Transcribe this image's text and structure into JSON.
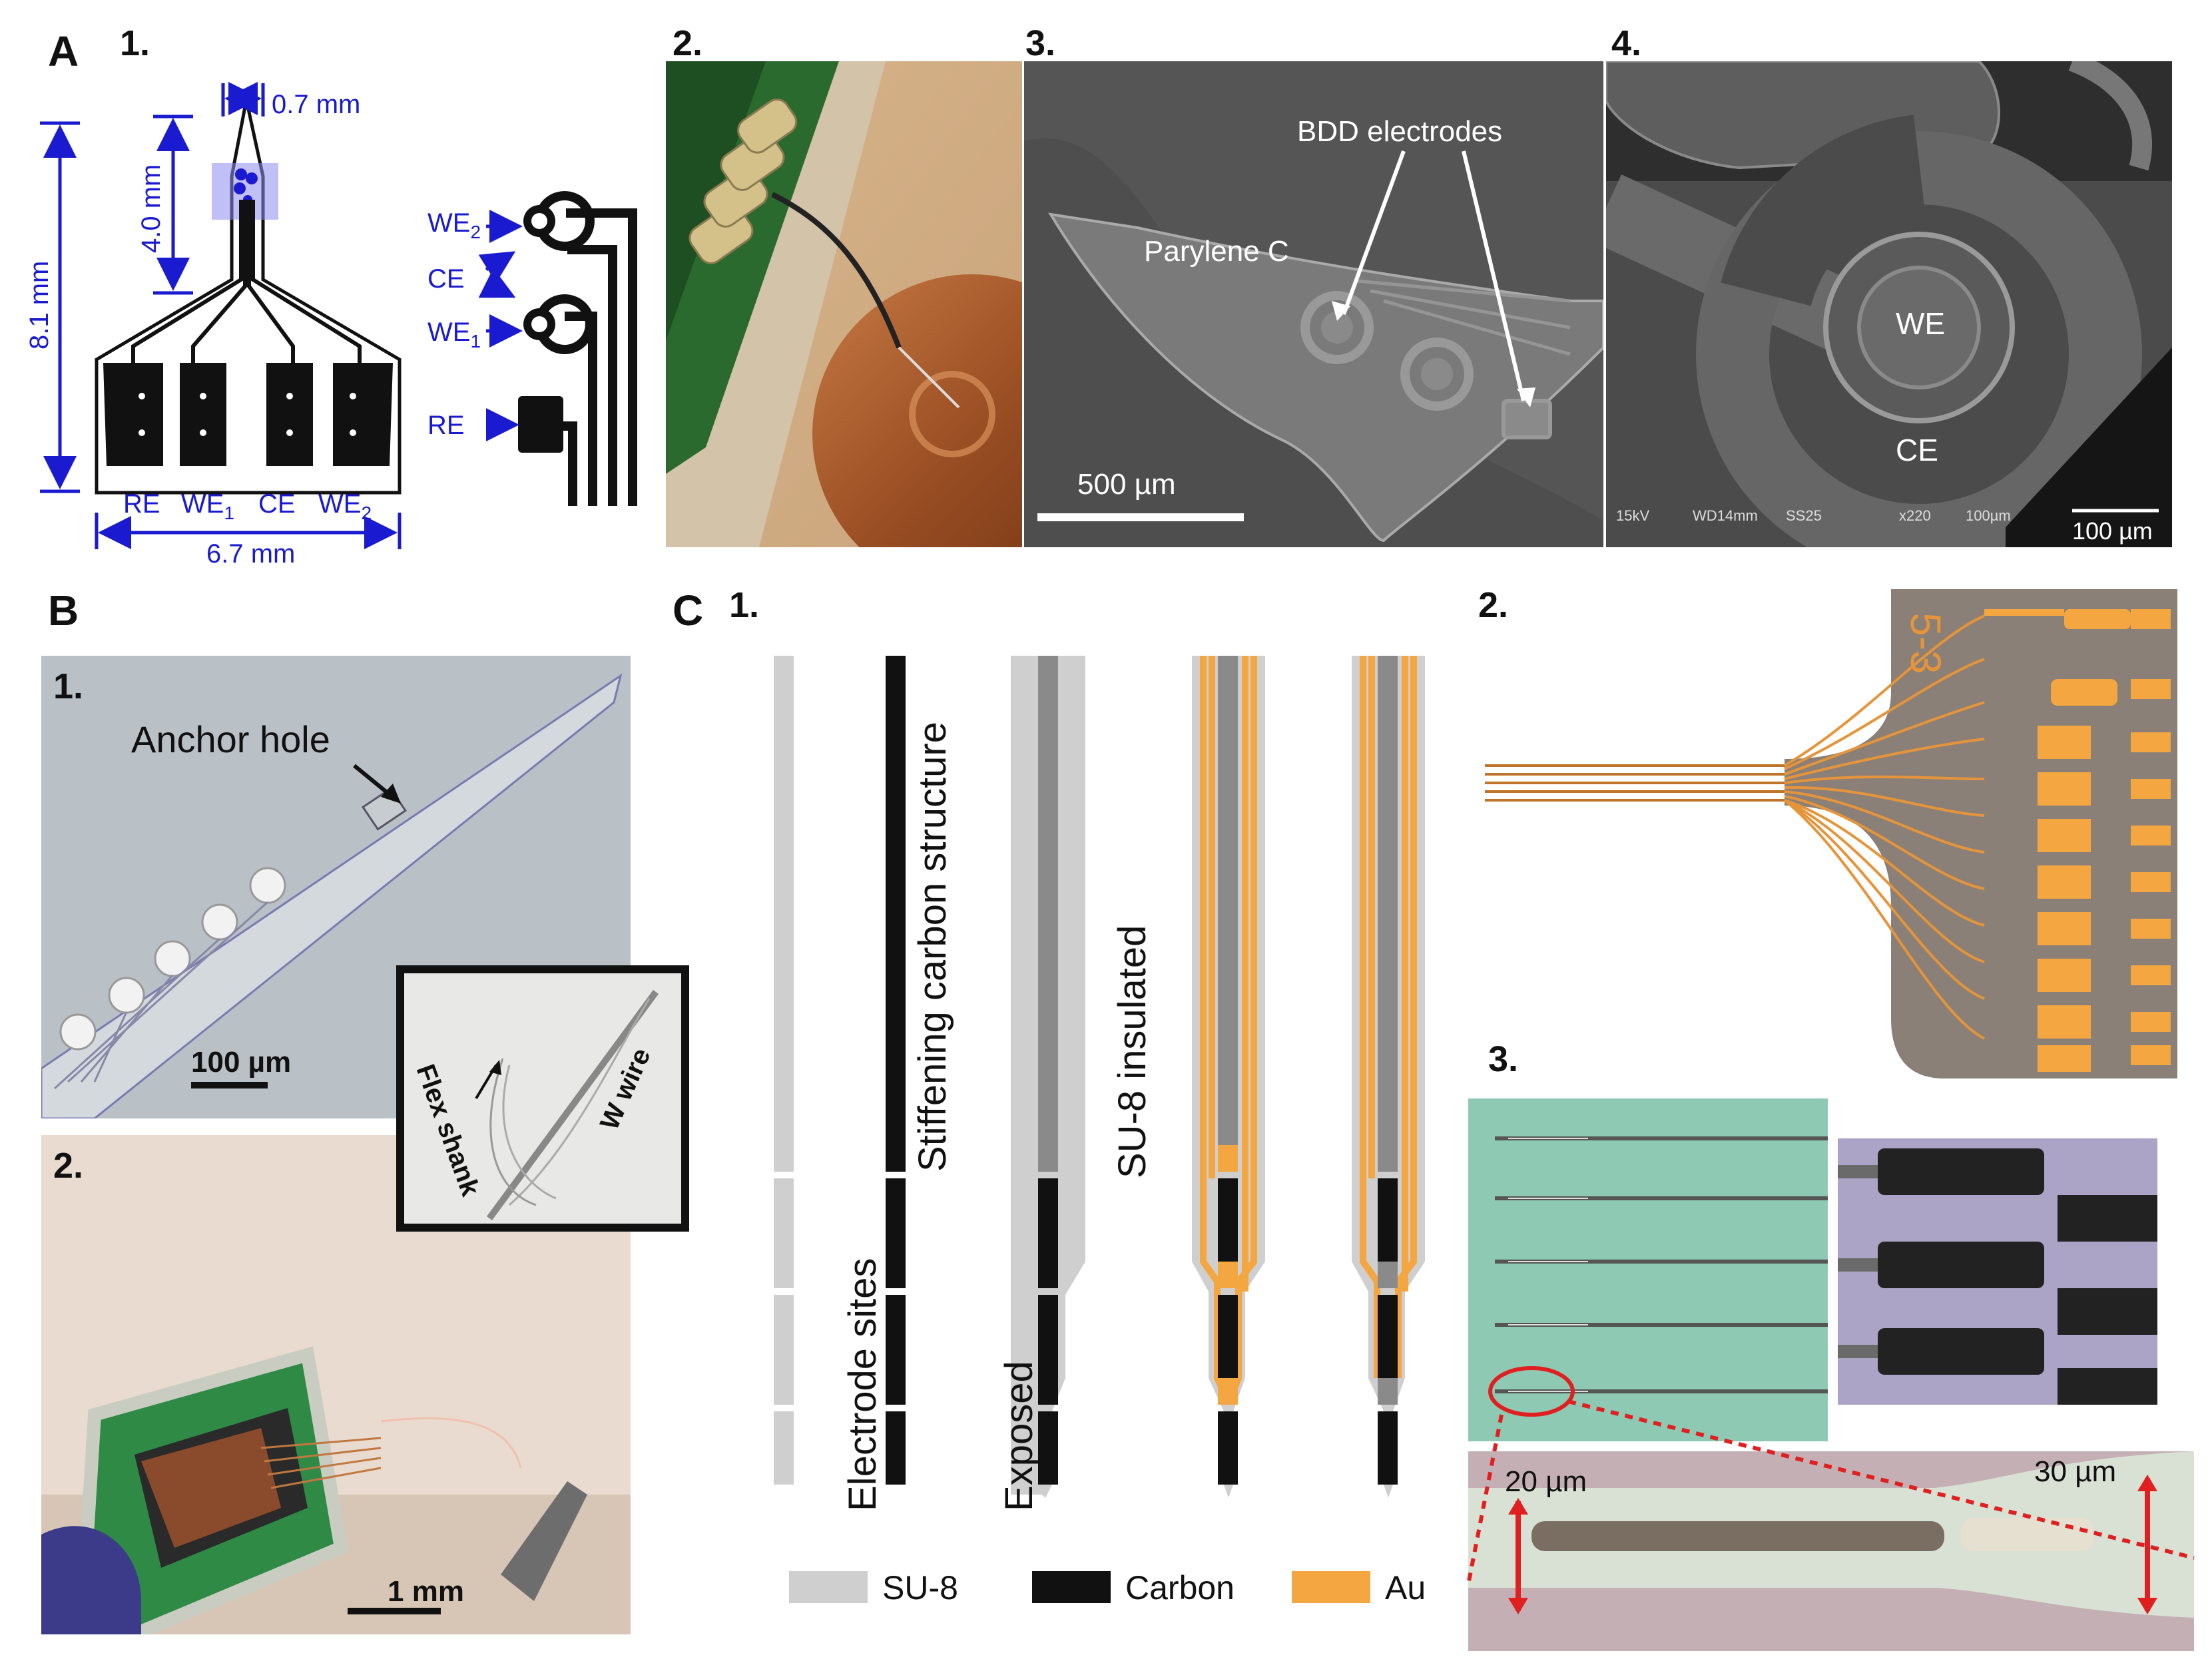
{
  "panel_A": {
    "letter": "A",
    "sub1": {
      "num": "1.",
      "dim_tip": "0.7 mm",
      "dim_shank": "4.0 mm",
      "dim_total": "8.1 mm",
      "dim_width": "6.7 mm",
      "pads": [
        "RE",
        "WE",
        "CE",
        "WE"
      ],
      "pad_subs": [
        "",
        "1",
        "",
        "2"
      ],
      "electrodes": {
        "we2": "WE",
        "we2_sub": "2",
        "ce": "CE",
        "we1": "WE",
        "we1_sub": "1",
        "re": "RE"
      }
    },
    "sub2": {
      "num": "2."
    },
    "sub3": {
      "num": "3.",
      "label_bdd": "BDD electrodes",
      "label_parylene": "Parylene  C",
      "scale": "500 µm"
    },
    "sub4": {
      "num": "4.",
      "label_we": "WE",
      "label_ce": "CE",
      "meta": [
        "15kV",
        "WD14mm",
        "SS25",
        "x220",
        "100µm"
      ],
      "scale": "100 µm"
    }
  },
  "panel_B": {
    "letter": "B",
    "sub1": {
      "num": "1.",
      "anchor": "Anchor hole",
      "scale": "100 µm",
      "inset_flex": "Flex shank",
      "inset_wire": "W wire"
    },
    "sub2": {
      "num": "2.",
      "scale": "1 mm"
    }
  },
  "panel_C": {
    "letter": "C",
    "sub1": {
      "num": "1.",
      "label_stiff": "Stiffening carbon structure",
      "label_sites": "Electrode sites",
      "label_su8": "SU-8 insulated",
      "label_exposed": "Exposed"
    },
    "sub2": {
      "num": "2.",
      "chip_id": "5-3"
    },
    "sub3": {
      "num": "3.",
      "dim_20": "20 µm",
      "dim_30": "30 µm"
    },
    "legend": [
      {
        "label": "SU-8",
        "color": "#cfcfcf"
      },
      {
        "label": "Carbon",
        "color": "#111111"
      },
      {
        "label": "Au",
        "color": "#f4a640"
      }
    ]
  },
  "colors": {
    "annotation_blue": "#1a1ad0",
    "gold": "#f4a640",
    "red": "#e02020"
  }
}
